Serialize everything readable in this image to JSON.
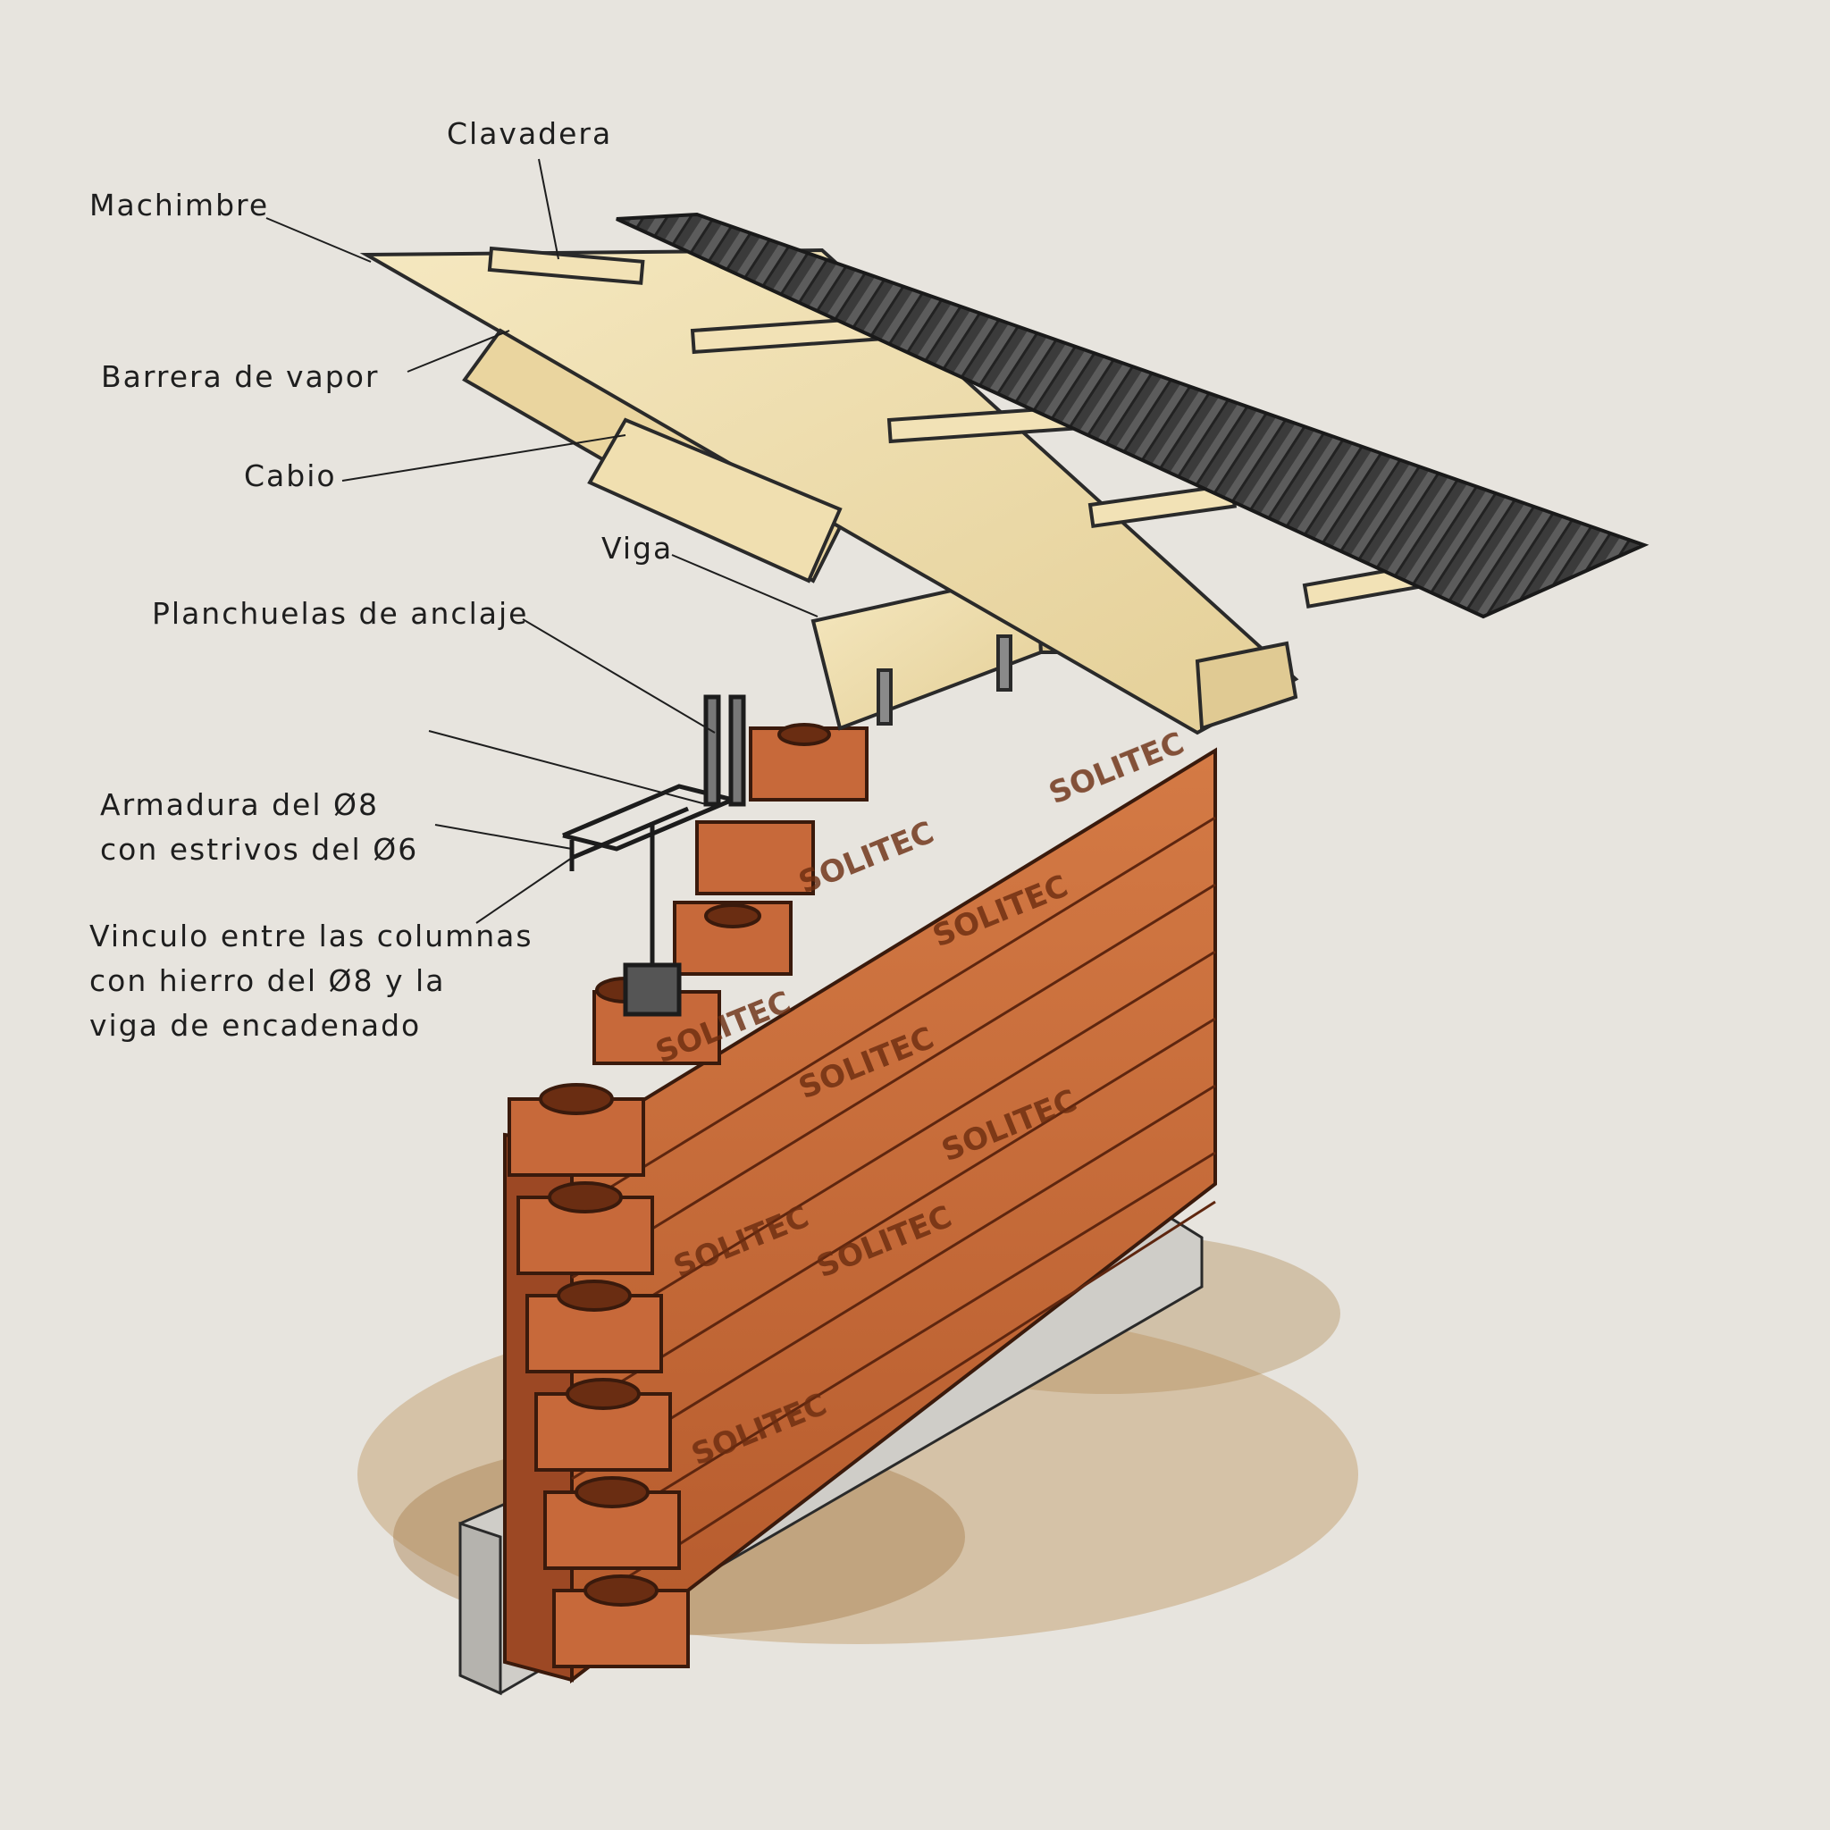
{
  "labels": {
    "clavadera": "Clavadera",
    "machimbre": "Machimbre",
    "barrera_de_vapor": "Barrera de vapor",
    "cabio": "Cabio",
    "viga": "Viga",
    "planchuelas_de_anclaje": "Planchuelas de anclaje",
    "armadura": [
      "Armadura del Ø8",
      "con estrivos del Ø6"
    ],
    "vinculo": [
      "Vinculo entre las columnas",
      "con hierro del Ø8 y la",
      "viga de encadenado"
    ]
  },
  "brick_brand": "SOLITEC",
  "colors": {
    "paper": "#e7e4de",
    "brick": "#c8693a",
    "brick_dark": "#8e3f1e",
    "brick_top": "#e3a173",
    "wood": "#efdfb0",
    "wood_dark": "#c9b07a",
    "roof_sheet": "#3a3a3a",
    "concrete": "#c9c7c2",
    "soil": "#b7905e",
    "ink": "#1e1e1e"
  }
}
